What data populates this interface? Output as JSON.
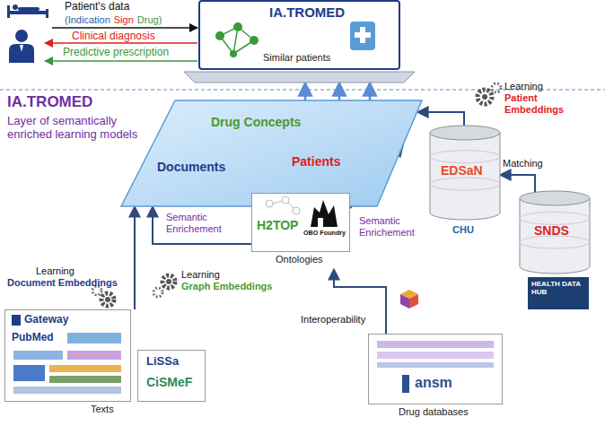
{
  "diagram": {
    "nodes": [
      {
        "text": [
          "IA.TROMED"
        ]
      },
      {
        "text": [
          "Similar patients"
        ],
        "in": 0
      },
      {
        "text": [
          "Drug Concepts",
          "Documents",
          "Patients"
        ]
      },
      {
        "text": [
          "H2TOP",
          "OBO Foundry",
          "Ontologies"
        ]
      },
      {
        "text": [
          "Gateway",
          "PubMed",
          "LiSSa",
          "CiSMeF",
          "Texts"
        ]
      },
      {
        "text": [
          "EDSaN",
          "CHU"
        ]
      },
      {
        "text": [
          "SNDS",
          "HEALTH DATA HUB"
        ]
      },
      {
        "text": [
          "ansm",
          "Drug databases"
        ]
      }
    ],
    "edges": [
      {
        "from": 2,
        "to": 0,
        "arrow": "to"
      },
      {
        "from": 2,
        "to": 0,
        "arrow": "to"
      },
      {
        "from": 2,
        "to": 0,
        "arrow": "to"
      },
      {
        "from": 3,
        "to": 2,
        "label": "Semantic Enrichement",
        "arrow": "to"
      },
      {
        "from": 3,
        "to": 2,
        "label": "Semantic Enrichement",
        "arrow": "to"
      },
      {
        "from": 4,
        "to": 2,
        "arrow": "to"
      },
      {
        "from": 5,
        "to": 2,
        "arrow": "to"
      },
      {
        "from": 6,
        "to": 5,
        "label": "Matching",
        "arrow": "to"
      },
      {
        "from": 7,
        "to": 3,
        "label": "Interoperability",
        "arrow": "to"
      }
    ],
    "labels": [
      "Patient's data",
      "(Indication",
      "Sign",
      "Drug)",
      "Clinical diagnosis",
      "Predictive prescription",
      "IA.TROMED",
      "Layer of semantically enriched learning models",
      "Learning",
      "Document Embeddings",
      "Learning",
      "Graph Embeddings",
      "Learning",
      "Patient Embeddings"
    ]
  }
}
